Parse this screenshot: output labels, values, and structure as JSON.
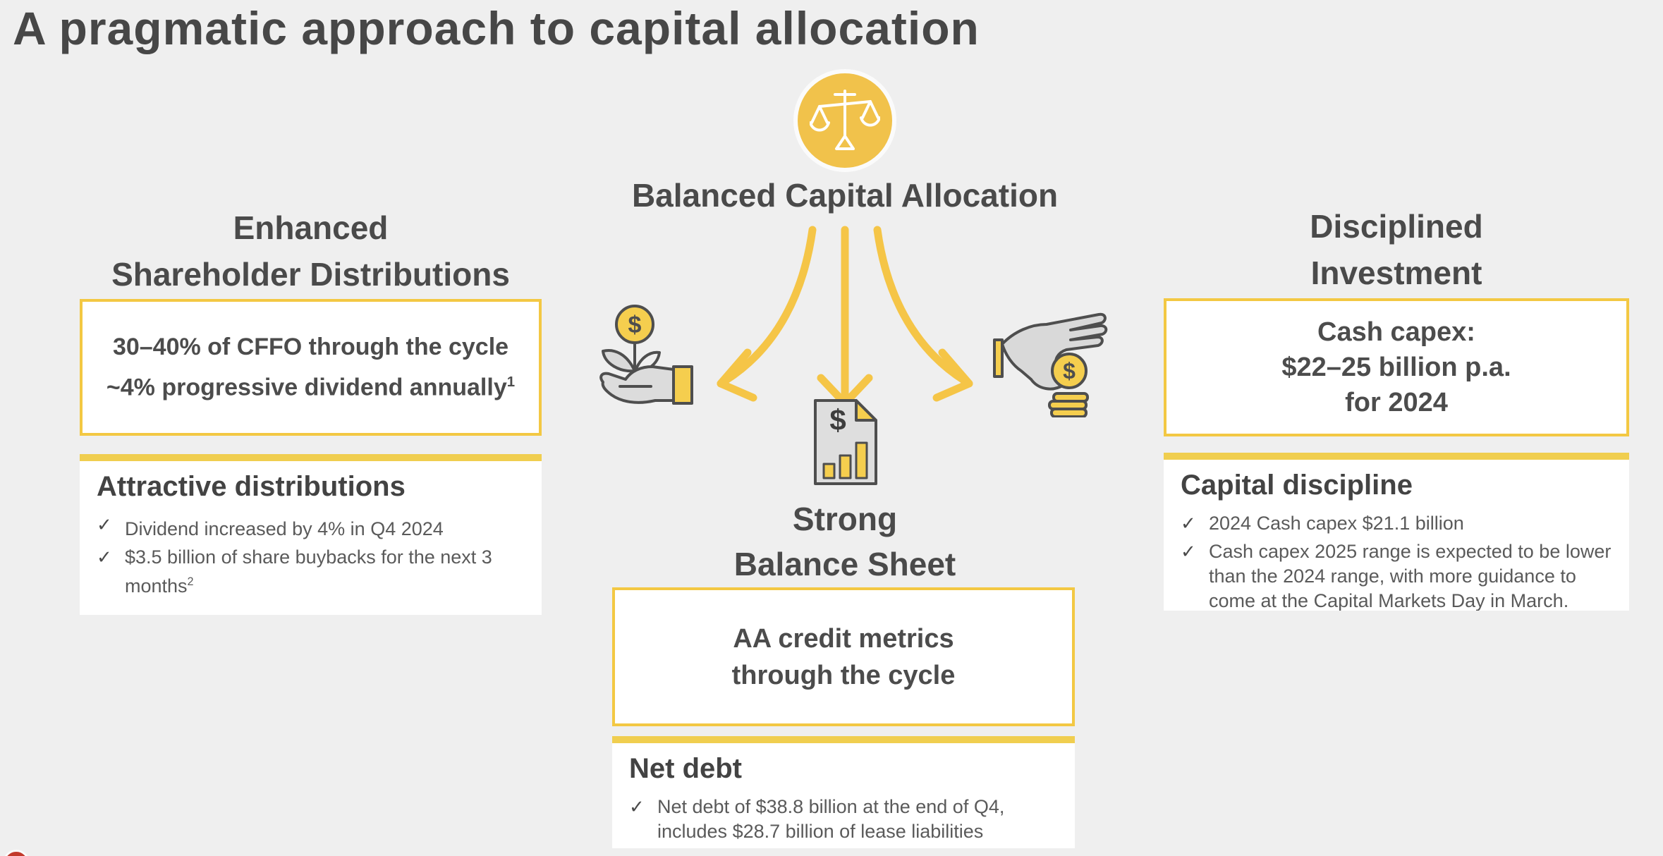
{
  "slide": {
    "title": "A pragmatic approach to capital allocation"
  },
  "colors": {
    "background": "#EFEFEF",
    "accent_yellow": "#F3C843",
    "heading_gray": "#4A4A4A",
    "body_gray": "#5A5A5A",
    "panel_white": "#FFFFFF",
    "logo_red": "#C23A2C"
  },
  "icons": {
    "check": "✓",
    "dollar": "$",
    "balance_scale": "balance-scale-icon",
    "plant_coin": "coin-plant-in-hand-icon",
    "hand_coin": "hand-dropping-coin-icon",
    "document_chart": "financial-document-icon"
  },
  "center": {
    "heading": "Balanced Capital Allocation",
    "strong_line1": "Strong",
    "strong_line2": "Balance Sheet",
    "box": {
      "line1": "AA credit metrics",
      "line2": "through the cycle"
    },
    "panel": {
      "title": "Net debt",
      "bullet_line1": "Net debt of $38.8 billion at the end of Q4,",
      "bullet_line2": "includes $28.7 billion of lease liabilities"
    }
  },
  "left": {
    "heading_line1": "Enhanced",
    "heading_line2": "Shareholder Distributions",
    "box": {
      "line1": "30–40% of CFFO through the cycle",
      "line2": "~4% progressive dividend annually",
      "line2_sup": "1"
    },
    "panel": {
      "title": "Attractive distributions",
      "bullets": [
        {
          "text": "Dividend increased by 4% in Q4 2024",
          "sup": ""
        },
        {
          "text": "$3.5 billion of share buybacks for the next 3 months",
          "sup": "2"
        }
      ]
    }
  },
  "right": {
    "heading_line1": "Disciplined",
    "heading_line2": "Investment",
    "box": {
      "line1": "Cash capex:",
      "line2": "$22–25 billion p.a.",
      "line3": "for 2024"
    },
    "panel": {
      "title": "Capital discipline",
      "bullets": [
        {
          "text": "2024 Cash capex $21.1 billion"
        },
        {
          "text": "Cash capex 2025 range is expected to be lower than the 2024 range, with more guidance to come at the Capital Markets Day in March."
        }
      ]
    }
  }
}
